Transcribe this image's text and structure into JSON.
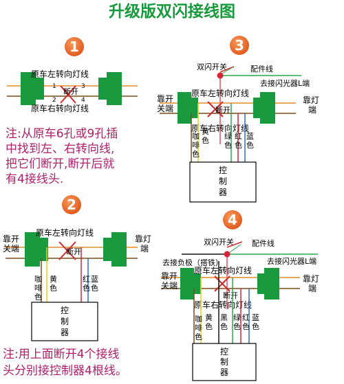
{
  "title": "升级版双闪接线图",
  "steps": [
    "1",
    "2",
    "3",
    "4"
  ],
  "labels": {
    "orig_left": "原车左转向灯线",
    "orig_right": "原车右转向灯线",
    "cut": "断开",
    "n1": "1",
    "n2": "2",
    "n3": "3",
    "n4": "4",
    "switch_end_a": "靠开",
    "switch_end_b": "关端",
    "lamp_end_a": "靠灯",
    "lamp_end_b": "端",
    "hazard_switch": "双闪开关",
    "accessory": "配件线",
    "to_flasher": "去接闪光器L端",
    "to_negative": "去接负极（搭铁）",
    "controller_1": "控",
    "controller_2": "制",
    "controller_3": "器"
  },
  "wire_colors": {
    "brown_1": "咖",
    "brown_2": "啡",
    "brown_3": "色",
    "yellow_1": "黄",
    "yellow_2": "色",
    "green_1": "绿",
    "green_2": "色",
    "red_1": "红",
    "red_2": "色",
    "blue_1": "蓝",
    "blue_2": "色",
    "black_1": "黑",
    "black_2": "色"
  },
  "notes": {
    "note1_l1": "注:从原车6孔或9孔插",
    "note1_l2": "中找到左、右转向线,",
    "note1_l3": "把它们断开,断开后就",
    "note1_l4": "有4接线头.",
    "note2_l1": "注:用上面断开4个接线",
    "note2_l2": "头分别接控制器4根线。"
  },
  "colors": {
    "connector": "#1a9a3e",
    "badge": "#e8611f",
    "title": "#179a3c",
    "note": "#b0206a",
    "wire_orange": "#e58a2a",
    "wire_brown": "#7a4a1a",
    "wire_yellow": "#e6d21a",
    "wire_red": "#d6243a",
    "wire_green": "#2aa84a",
    "wire_blue": "#2a6ad6",
    "wire_black": "#111111",
    "cross": "#d02a2a"
  }
}
